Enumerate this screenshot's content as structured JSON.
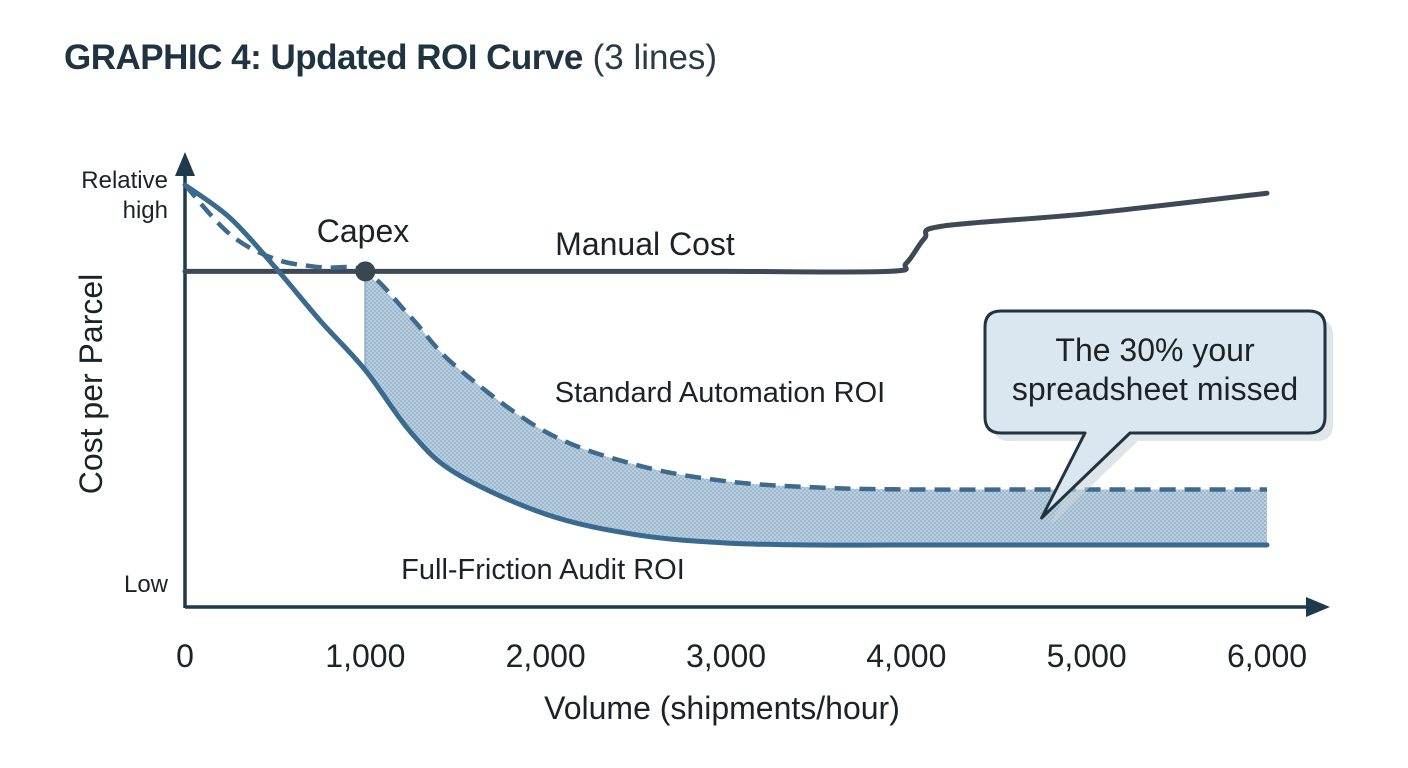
{
  "title": {
    "main": "GRAPHIC 4: Updated ROI Curve",
    "paren": "(3 lines)"
  },
  "colors": {
    "axis": "#1f3a4d",
    "manual": "#3d4a55",
    "standard": "#3f6a8c",
    "audit": "#3a6b8e",
    "gap_fill": "#b9cfe0",
    "callout_fill": "#dbe7f0",
    "callout_border": "#1f3440",
    "marker": "#3a4650"
  },
  "chart_data": {
    "type": "line",
    "title": "GRAPHIC 4: Updated ROI Curve (3 lines)",
    "xlabel": "Volume (shipments/hour)",
    "ylabel": "Cost per Parcel",
    "xlim": [
      0,
      6000
    ],
    "ylim": [
      0,
      100
    ],
    "x_ticks": [
      "0",
      "1,000",
      "2,000",
      "3,000",
      "4,000",
      "5,000",
      "6,000"
    ],
    "y_ticks": {
      "high": "Relative\nhigh",
      "low": "Low"
    },
    "grid": false,
    "legend": "none",
    "series": [
      {
        "name": "Manual Cost",
        "style": "solid",
        "x": [
          0,
          1000,
          2000,
          3000,
          3900,
          4000,
          4100,
          4200,
          5000,
          6000
        ],
        "y": [
          79,
          79,
          79,
          79,
          79,
          81,
          87,
          90,
          93,
          98
        ]
      },
      {
        "name": "Standard Automation ROI",
        "style": "dashed",
        "x": [
          0,
          250,
          500,
          750,
          1000,
          1250,
          1500,
          2000,
          2500,
          3000,
          3500,
          4000,
          5000,
          6000
        ],
        "y": [
          100,
          88,
          82,
          80,
          79,
          68,
          56,
          40,
          32,
          28,
          26.5,
          26,
          26,
          26
        ]
      },
      {
        "name": "Full-Friction Audit ROI",
        "style": "solid",
        "x": [
          0,
          250,
          500,
          750,
          1000,
          1250,
          1500,
          2000,
          2500,
          3000,
          3500,
          4000,
          5000,
          6000
        ],
        "y": [
          100,
          92,
          80,
          67,
          55,
          40,
          30,
          20,
          15,
          13,
          12.5,
          12.5,
          12.5,
          12.5
        ]
      }
    ],
    "shaded_gap": {
      "between": [
        "Standard Automation ROI",
        "Full-Friction Audit ROI"
      ],
      "x_range": [
        1000,
        6000
      ]
    },
    "annotations": [
      {
        "text": "Capex",
        "x": 1000,
        "y": 79,
        "marker": "dot"
      },
      {
        "text": "Manual Cost",
        "series": "Manual Cost"
      },
      {
        "text": "Standard Automation ROI",
        "series": "Standard Automation ROI"
      },
      {
        "text": "Full-Friction Audit ROI",
        "series": "Full-Friction Audit ROI"
      },
      {
        "text": "The 30% your\nspreadsheet missed",
        "type": "callout",
        "points_to": {
          "x": 4750,
          "y": 19
        }
      }
    ]
  }
}
